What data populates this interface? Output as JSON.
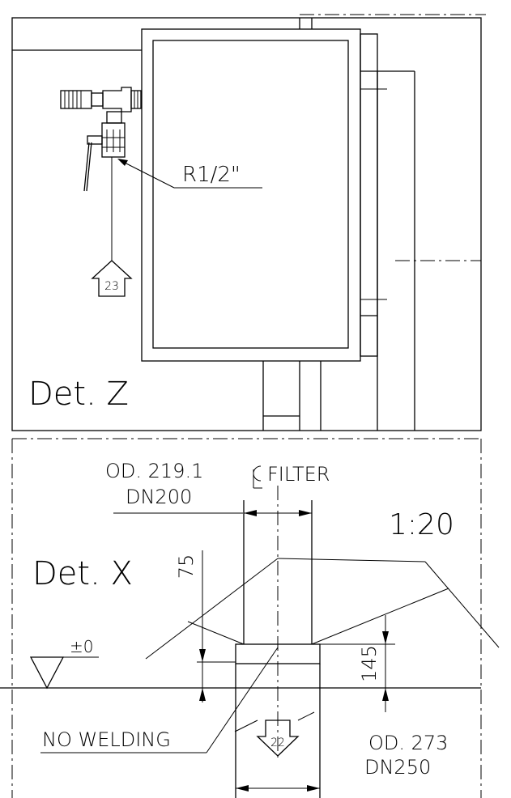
{
  "detail_z": {
    "label": "Det. Z",
    "thread_callout": "R1/2\"",
    "ref_arrow_number": "23"
  },
  "detail_x": {
    "label": "Det. X",
    "scale": "1:20",
    "centerline_label": "FILTER",
    "centerline_symbol": "CL",
    "pipe_od_top": "OD. 219.1",
    "pipe_dn_top": "DN200",
    "dim_vertical_left": "75",
    "dim_vertical_right": "145",
    "level_mark": "±0",
    "note": "NO WELDING",
    "ref_arrow_number": "22",
    "pipe_od_bottom": "OD. 273",
    "pipe_dn_bottom": "DN250"
  }
}
